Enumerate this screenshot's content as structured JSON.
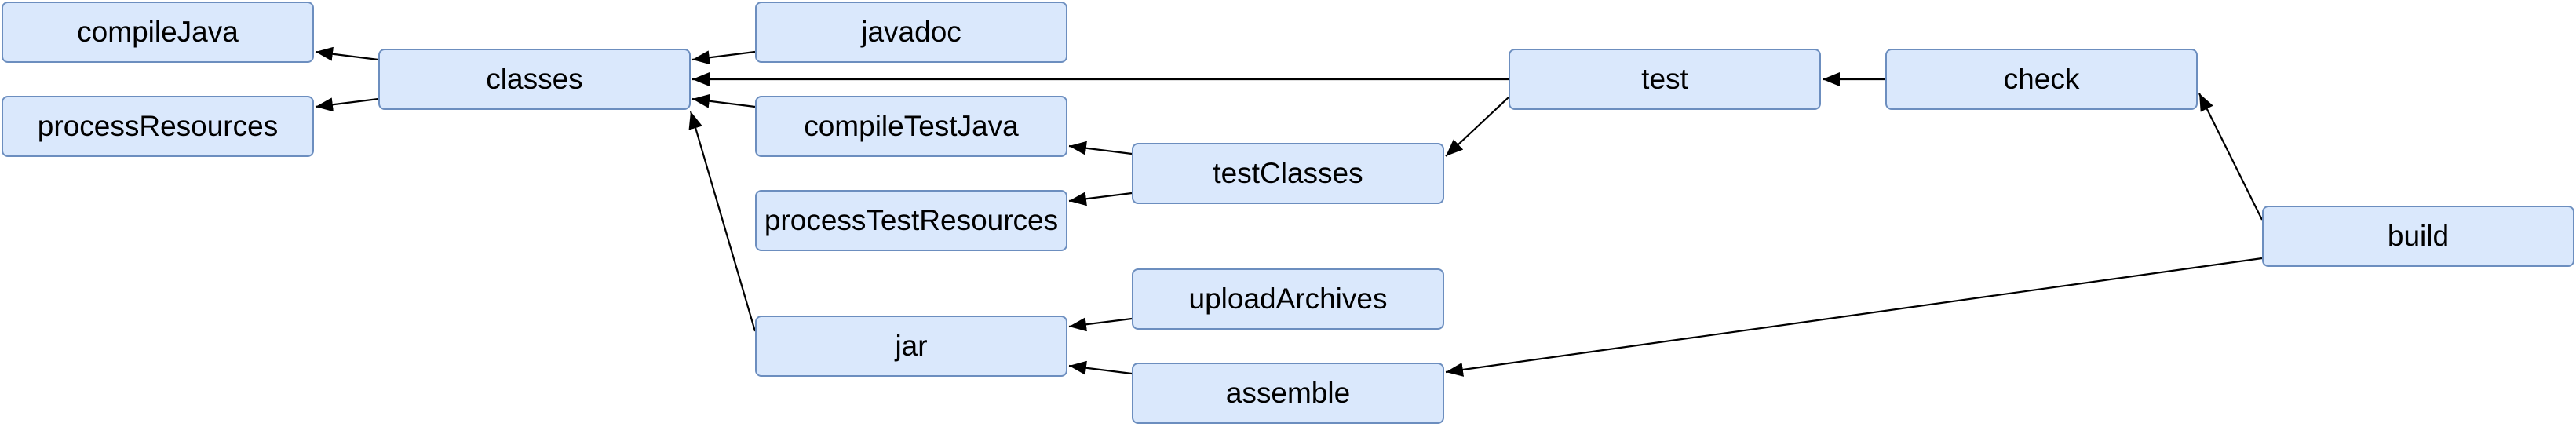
{
  "diagram": {
    "nodes": {
      "compileJava": "compileJava",
      "processResources": "processResources",
      "classes": "classes",
      "javadoc": "javadoc",
      "compileTestJava": "compileTestJava",
      "processTestResources": "processTestResources",
      "jar": "jar",
      "testClasses": "testClasses",
      "uploadArchives": "uploadArchives",
      "assemble": "assemble",
      "test": "test",
      "check": "check",
      "build": "build"
    },
    "edges": [
      {
        "from": "classes",
        "to": "compileJava"
      },
      {
        "from": "classes",
        "to": "processResources"
      },
      {
        "from": "javadoc",
        "to": "classes"
      },
      {
        "from": "compileTestJava",
        "to": "classes"
      },
      {
        "from": "jar",
        "to": "classes"
      },
      {
        "from": "test",
        "to": "classes"
      },
      {
        "from": "testClasses",
        "to": "compileTestJava"
      },
      {
        "from": "testClasses",
        "to": "processTestResources"
      },
      {
        "from": "test",
        "to": "testClasses"
      },
      {
        "from": "uploadArchives",
        "to": "jar"
      },
      {
        "from": "assemble",
        "to": "jar"
      },
      {
        "from": "check",
        "to": "test"
      },
      {
        "from": "build",
        "to": "check"
      },
      {
        "from": "build",
        "to": "assemble"
      }
    ],
    "colors": {
      "node_fill": "#dae8fc",
      "node_stroke": "#6c8ebf",
      "edge": "#000000",
      "text": "#000000"
    }
  }
}
